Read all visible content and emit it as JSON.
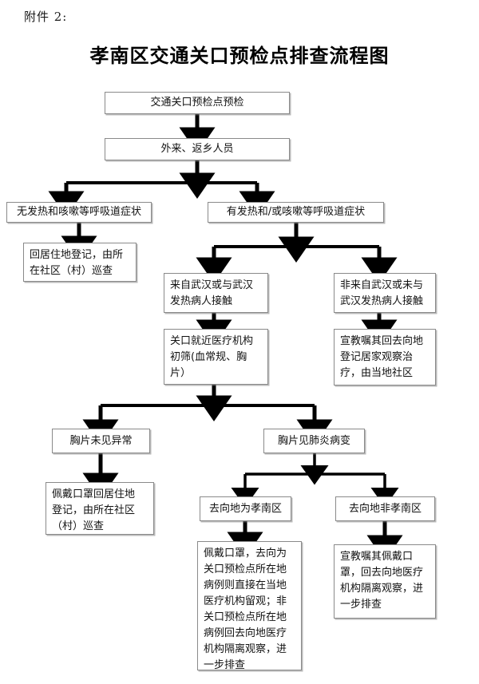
{
  "document": {
    "attachment_label": "附件 2:",
    "title": "孝南区交通关口预检点排查流程图"
  },
  "chart_data": {
    "type": "diagram",
    "title": "孝南区交通关口预检点排查流程图",
    "nodes": [
      {
        "id": "n1",
        "text": "交通关口预检点预检"
      },
      {
        "id": "n2",
        "text": "外来、返乡人员"
      },
      {
        "id": "n3",
        "text": "无发热和咳嗽等呼吸道症状"
      },
      {
        "id": "n4",
        "text": "有发热和/或咳嗽等呼吸道症状"
      },
      {
        "id": "n5",
        "text": "回居住地登记，由所\n在社区（村）巡查"
      },
      {
        "id": "n6",
        "text": "来自武汉或与武汉\n发热病人接触"
      },
      {
        "id": "n7",
        "text": "非来自武汉或未与\n武汉发热病人接触"
      },
      {
        "id": "n8",
        "text": "关口就近医疗机构\n初筛(血常规、胸片）"
      },
      {
        "id": "n9",
        "text": "宣教嘱其回去向地\n登记居家观察治\n疗，由当地社区"
      },
      {
        "id": "n10",
        "text": "胸片未见异常"
      },
      {
        "id": "n11",
        "text": "胸片见肺炎病变"
      },
      {
        "id": "n12",
        "text": "佩戴口罩回居住地\n登记，由所在社区\n（村）巡查"
      },
      {
        "id": "n13",
        "text": "去向地为孝南区"
      },
      {
        "id": "n14",
        "text": "去向地非孝南区"
      },
      {
        "id": "n15",
        "text": "佩戴口罩，去向为\n关口预检点所在地\n病例则直接在当地\n医疗机构留观；非\n关口预检点所在地\n病例回去向地医疗\n机构隔离观察，进\n一步排查"
      },
      {
        "id": "n16",
        "text": "宣教嘱其佩戴口\n罩，回去向地医疗\n机构隔离观察，进\n一步排查"
      }
    ],
    "edges": [
      {
        "from": "n1",
        "to": "n2"
      },
      {
        "from": "n2",
        "to": "n3"
      },
      {
        "from": "n2",
        "to": "n4"
      },
      {
        "from": "n3",
        "to": "n5"
      },
      {
        "from": "n4",
        "to": "n6"
      },
      {
        "from": "n4",
        "to": "n7"
      },
      {
        "from": "n6",
        "to": "n8"
      },
      {
        "from": "n7",
        "to": "n9"
      },
      {
        "from": "n8",
        "to": "n10"
      },
      {
        "from": "n8",
        "to": "n11"
      },
      {
        "from": "n10",
        "to": "n12"
      },
      {
        "from": "n11",
        "to": "n13"
      },
      {
        "from": "n11",
        "to": "n14"
      },
      {
        "from": "n13",
        "to": "n15"
      },
      {
        "from": "n14",
        "to": "n16"
      }
    ],
    "colors": {
      "box_border": "#8a8a8a",
      "box_fill": "#ffffff",
      "connector": "#000000",
      "text": "#111111"
    }
  }
}
